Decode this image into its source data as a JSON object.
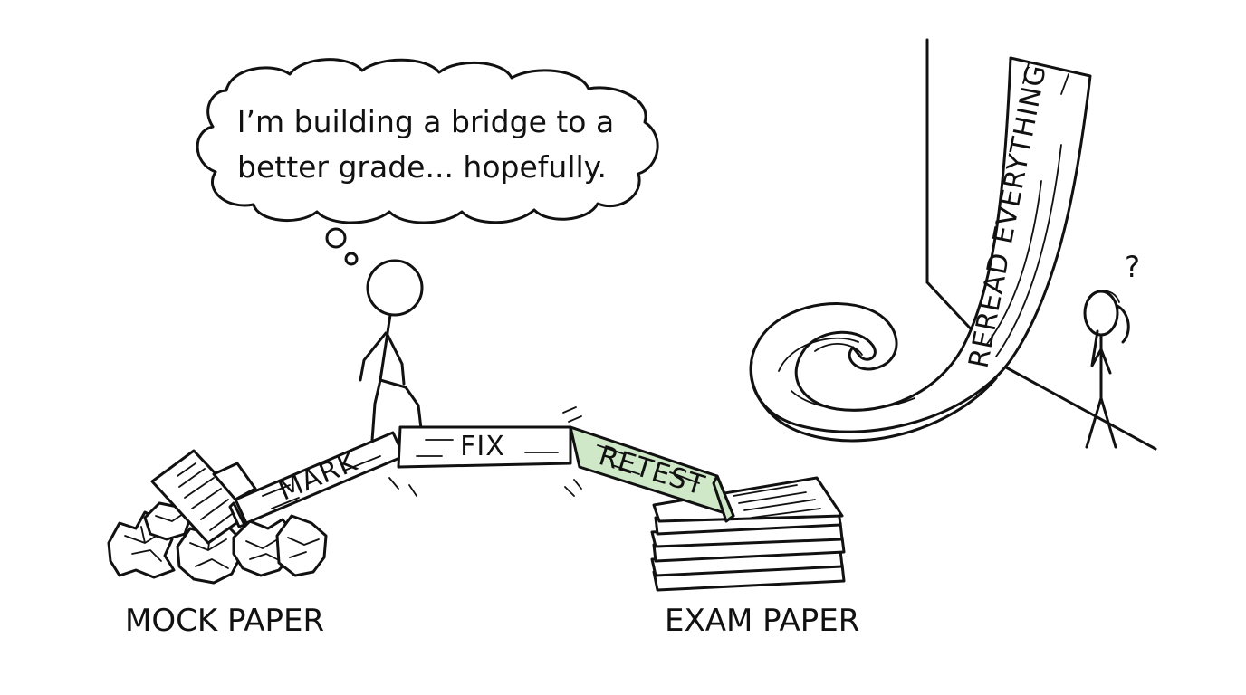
{
  "thought_bubble": {
    "line1": "I’m building a bridge to a",
    "line2": "better grade... hopefully."
  },
  "planks": {
    "mark": "MARK",
    "fix": "FIX",
    "retest": "RETEST"
  },
  "scroll_label": "REREAD EVERYTHING",
  "captions": {
    "mock": "MOCK PAPER",
    "exam": "EXAM PAPER"
  },
  "confused_mark": "?",
  "colors": {
    "ink": "#111111",
    "retest_plank": "#cfe8c8",
    "background": "#ffffff"
  }
}
